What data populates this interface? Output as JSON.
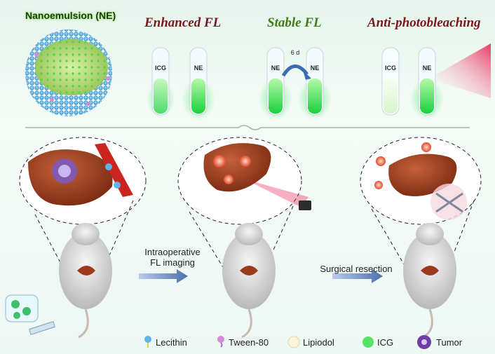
{
  "top": {
    "nanoemulsion_title": "Nanoemulsion (NE)",
    "enhanced_title": "Enhanced FL",
    "stable_title": "Stable FL",
    "anti_title": "Anti-photobleaching",
    "tubes": {
      "enhanced_left": "ICG",
      "enhanced_right": "NE",
      "stable_left": "NE",
      "stable_right": "NE",
      "stable_arrow": "6 d",
      "anti_left": "ICG",
      "anti_right": "NE"
    }
  },
  "bottom": {
    "step1_label_line1": "Intraoperative",
    "step1_label_line2": "FL imaging",
    "step2_label": "Surgical resection"
  },
  "legend": [
    {
      "label": "Lecithin",
      "icon": "lecithin-icon"
    },
    {
      "label": "Tween-80",
      "icon": "tween80-icon"
    },
    {
      "label": "Lipiodol",
      "icon": "lipiodol-icon"
    },
    {
      "label": "ICG",
      "icon": "icg-icon"
    },
    {
      "label": "Tumor",
      "icon": "tumor-icon"
    }
  ],
  "colors": {
    "fluorescence_green": "#37e04a",
    "liver": "#9c3a1c",
    "shell_blue": "#5bb7ea",
    "title_red": "#7a1818",
    "arrow_blue": "#5f7fb5"
  }
}
